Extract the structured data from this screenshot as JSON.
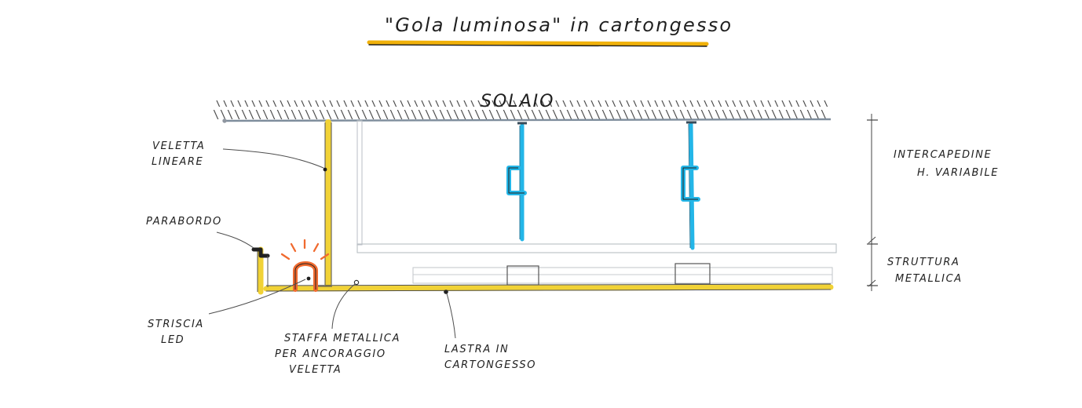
{
  "diagram": {
    "title": "\"Gola luminosa\" in cartongesso",
    "labels": {
      "ceiling": "SOLAIO",
      "velett_a_line1": "VELETTA",
      "velett_a_line2": "LINEARE",
      "parabordo": "PARABORDO",
      "led_line1": "STRISCIA",
      "led_line2": "LED",
      "staffa_line1": "STAFFA METALLICA",
      "staffa_line2": "PER ANCORAGGIO",
      "staffa_line3": "VELETTA",
      "lastra_line1": "LASTRA IN",
      "lastra_line2": "CARTONGESSO",
      "intercapedine_line1": "INTERCAPEDINE",
      "intercapedine_line2": "H. VARIABILE",
      "struttura_line1": "STRUTTURA",
      "struttura_line2": "METALLICA"
    },
    "colors": {
      "yellow": "#f1d236",
      "blue": "#23b6e8",
      "orange": "#f06a2f",
      "line": "#4e4e4e",
      "dark": "#202020"
    }
  }
}
